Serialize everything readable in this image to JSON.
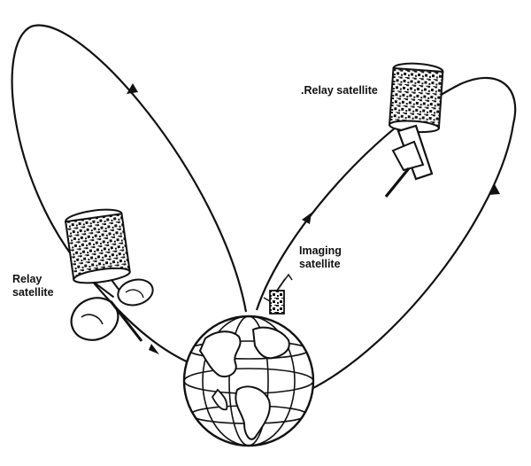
{
  "labels": {
    "relay_left_line1": "Relay",
    "relay_left_line2": "satellite",
    "relay_right": ".Relay satellite",
    "imaging_line1": "Imaging",
    "imaging_line2": "satellite"
  },
  "colors": {
    "ink": "#111111",
    "background": "#ffffff"
  },
  "icons": [
    "relay-satellite-icon",
    "imaging-satellite-icon",
    "earth-globe-icon",
    "orbit-arrow-icon"
  ]
}
